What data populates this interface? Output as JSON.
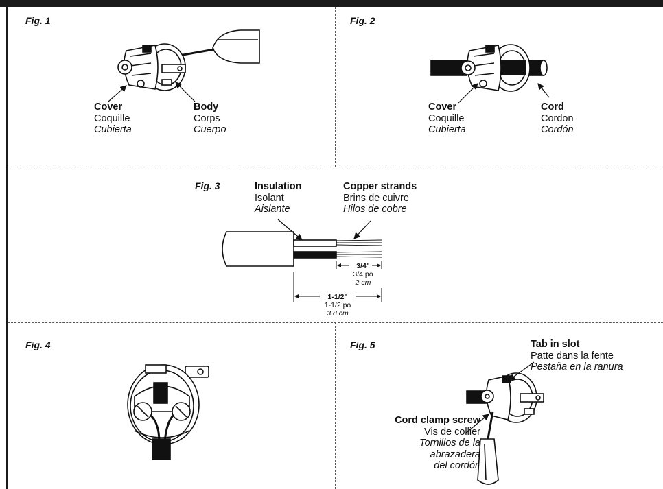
{
  "fig1": {
    "title": "Fig. 1",
    "cover": {
      "en": "Cover",
      "fr": "Coquille",
      "es": "Cubierta"
    },
    "body": {
      "en": "Body",
      "fr": "Corps",
      "es": "Cuerpo"
    }
  },
  "fig2": {
    "title": "Fig. 2",
    "cover": {
      "en": "Cover",
      "fr": "Coquille",
      "es": "Cubierta"
    },
    "cord": {
      "en": "Cord",
      "fr": "Cordon",
      "es": "Cordón"
    }
  },
  "fig3": {
    "title": "Fig. 3",
    "insulation": {
      "en": "Insulation",
      "fr": "Isolant",
      "es": "Aislante"
    },
    "copper": {
      "en": "Copper strands",
      "fr": "Brins de cuivre",
      "es": "Hilos de cobre"
    },
    "dim_short": {
      "en": "3/4\"",
      "fr": "3/4 po",
      "es": "2 cm"
    },
    "dim_long": {
      "en": "1-1/2\"",
      "fr": "1-1/2 po",
      "es": "3.8 cm"
    }
  },
  "fig4": {
    "title": "Fig. 4"
  },
  "fig5": {
    "title": "Fig. 5",
    "tab": {
      "en": "Tab in slot",
      "fr": "Patte dans la fente",
      "es": "Pestaña en la ranura"
    },
    "screw": {
      "en": "Cord clamp screw",
      "fr": "Vis de collier",
      "es_lines": [
        "Tornillos de la",
        "abrazadera",
        "del cordón"
      ]
    }
  }
}
